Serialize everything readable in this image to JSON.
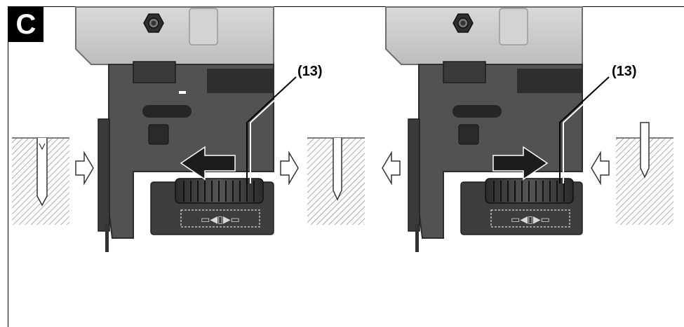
{
  "figure": {
    "panel_label": "C",
    "callouts": {
      "left": "(13)",
      "right": "(13)"
    },
    "colors": {
      "housing_light": "#cfcfcf",
      "housing_mid": "#8d8d8d",
      "housing_dark": "#4a4a4a",
      "housing_darker": "#333333",
      "arrow_fill": "#1c1c1c",
      "hatch": "#777777"
    },
    "pictogram_text": "▭◀▯▶▭"
  }
}
